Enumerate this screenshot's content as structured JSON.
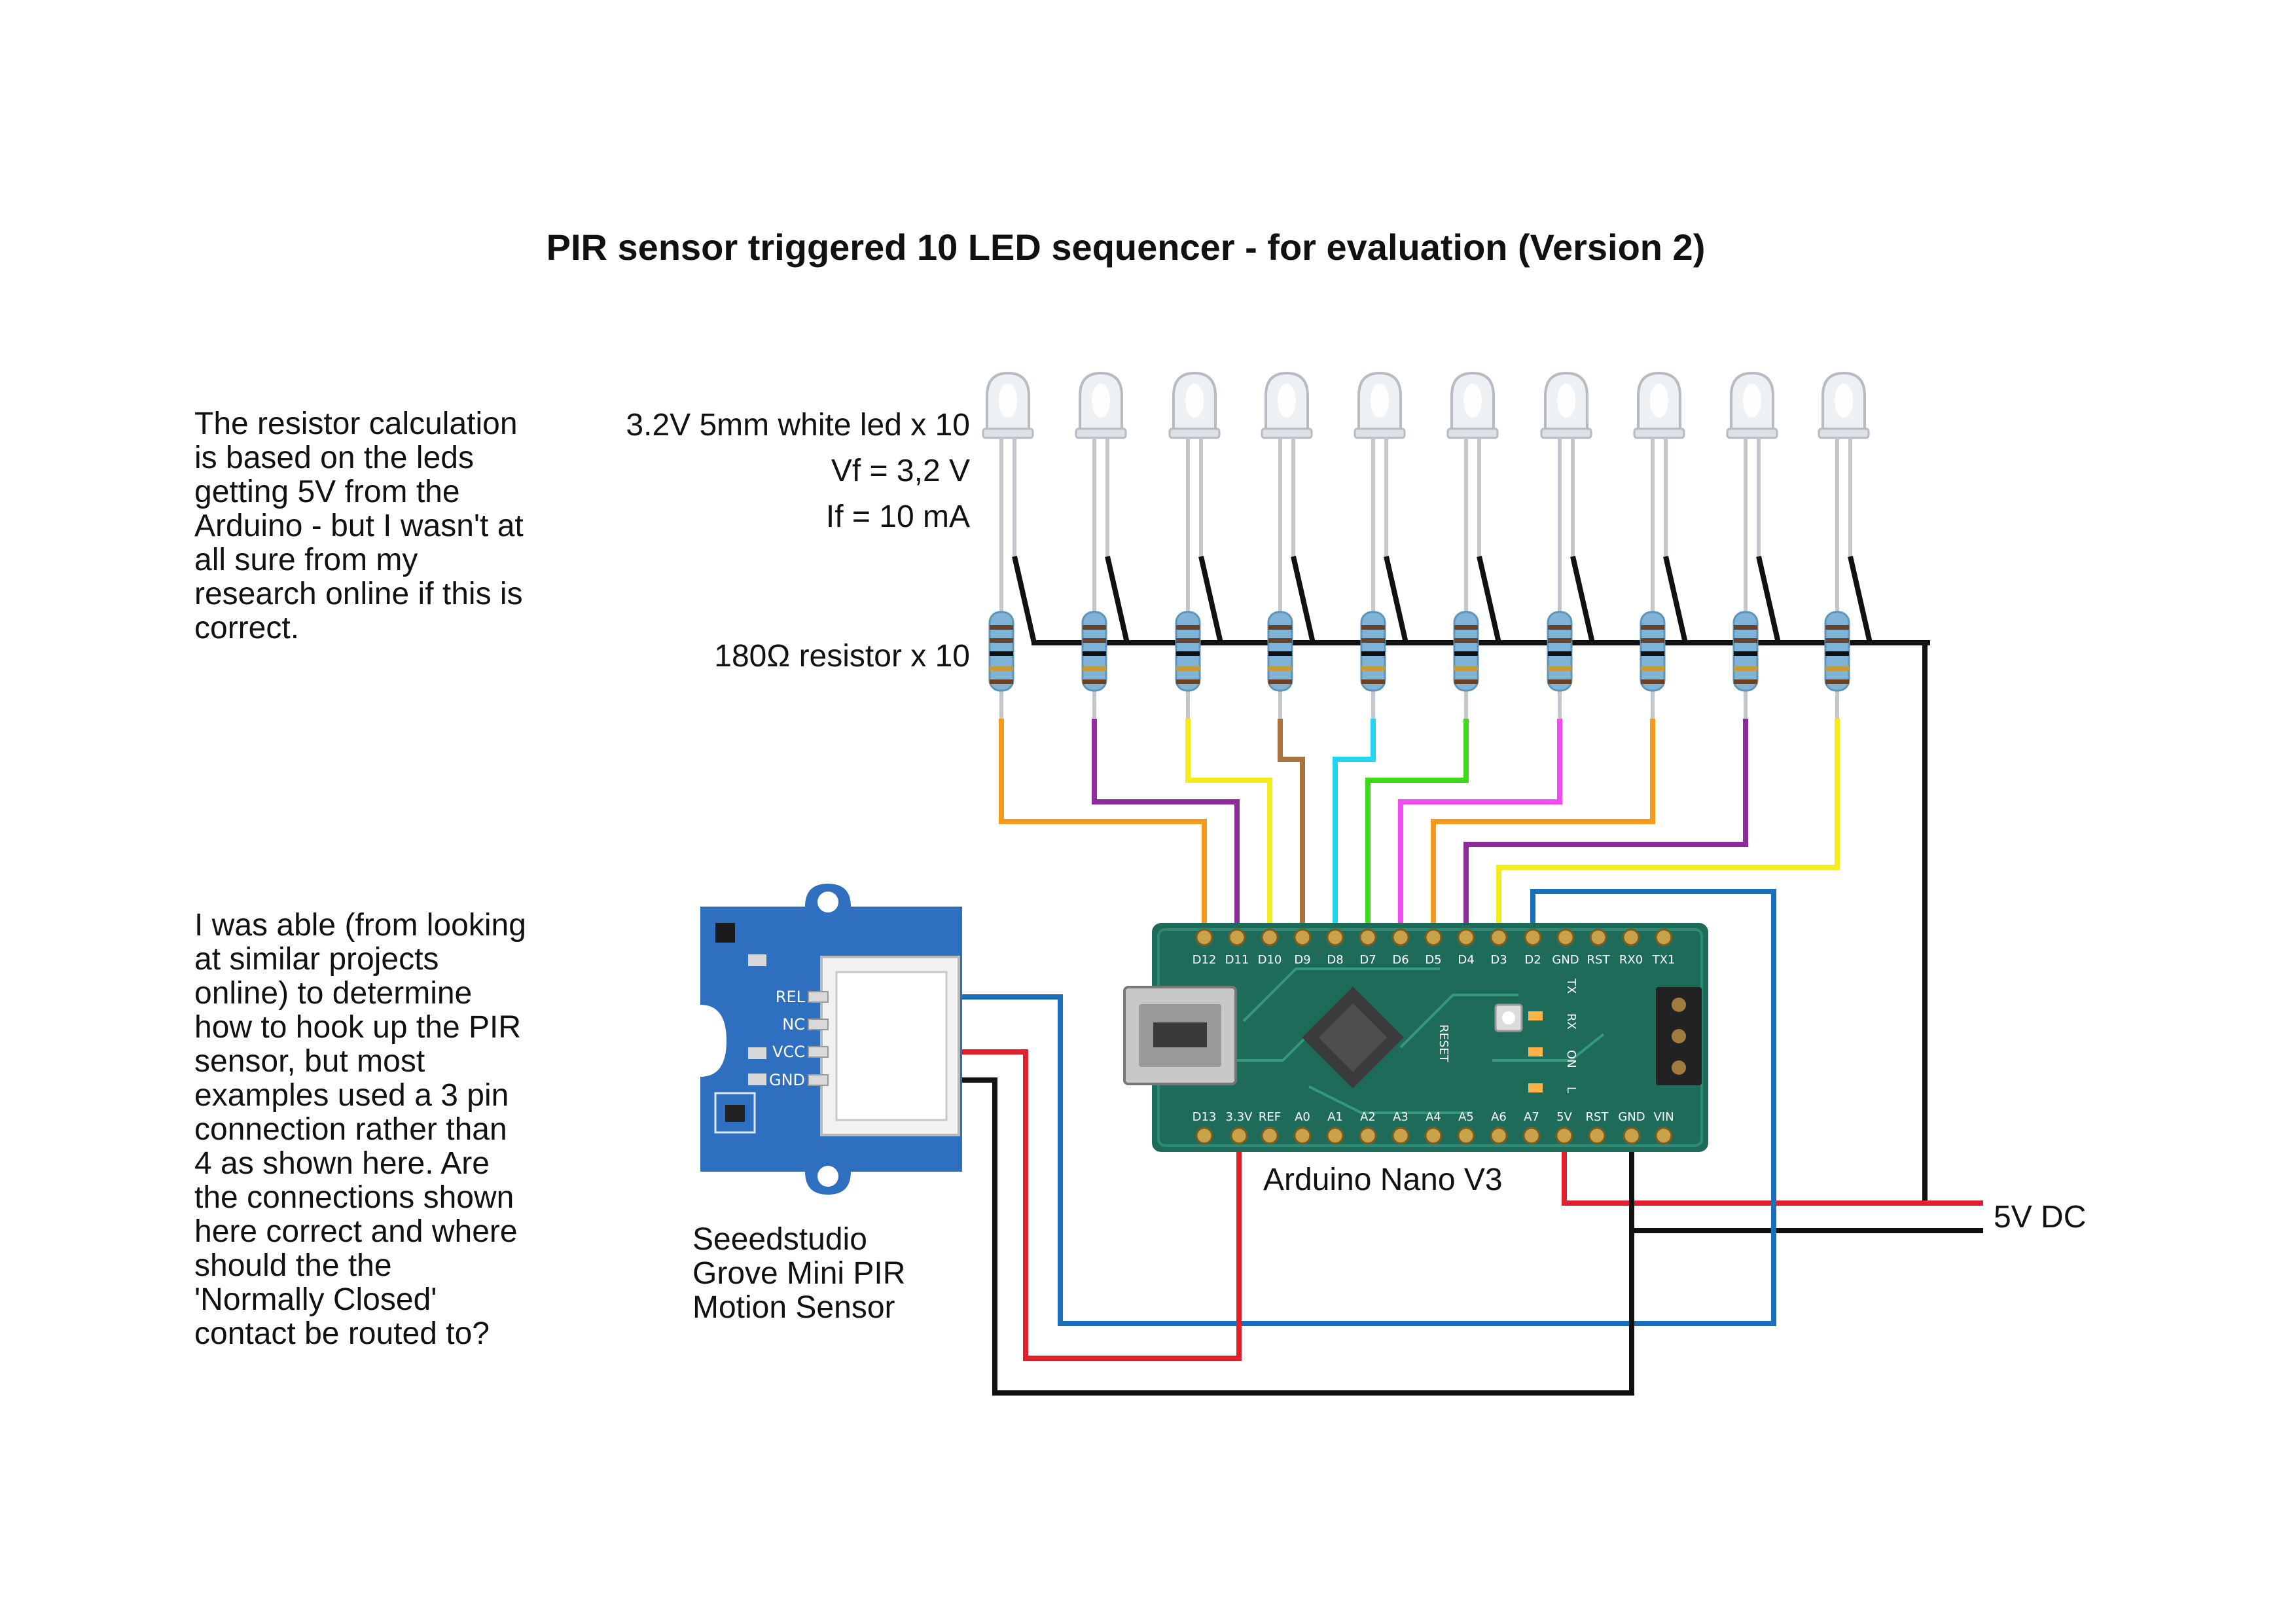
{
  "title": "PIR sensor triggered 10 LED sequencer - for evaluation (Version 2)",
  "notes": {
    "resistor_note": "The resistor calculation\nis based on the leds\ngetting 5V from the\nArduino - but I wasn't at\nall sure from my\nresearch online if this is\ncorrect.",
    "pir_note": "I was able (from looking\nat similar projects\nonline) to determine\nhow to hook up the PIR\nsensor, but most\nexamples used a 3 pin\nconnection rather than\n4 as shown here. Are\nthe connections shown\nhere correct and where\nshould the the\n'Normally Closed'\ncontact be routed to?"
  },
  "led_spec": {
    "line1": "3.2V 5mm white led x 10",
    "line2": "Vf = 3,2 V",
    "line3": "If = 10 mA"
  },
  "resistor_spec": "180Ω resistor x 10",
  "led_wire_colors": [
    "#f39a1e",
    "#8f2c9c",
    "#f4ec1c",
    "#a8743f",
    "#22d6f0",
    "#3fd81a",
    "#f24cf0",
    "#f39a1e",
    "#8f2c9c",
    "#f4ec1c"
  ],
  "arduino": {
    "label": "Arduino Nano V3",
    "top_pins": [
      "D12",
      "D11",
      "D10",
      "D9",
      "D8",
      "D7",
      "D6",
      "D5",
      "D4",
      "D3",
      "D2",
      "GND",
      "RST",
      "RX0",
      "TX1"
    ],
    "bottom_pins": [
      "D13",
      "3.3V",
      "REF",
      "A0",
      "A1",
      "A2",
      "A3",
      "A4",
      "A5",
      "A6",
      "A7",
      "5V",
      "RST",
      "GND",
      "VIN"
    ],
    "board_marks": [
      "RESET",
      "TX",
      "RX",
      "ON",
      "L"
    ],
    "board_color": "#1f6b5a"
  },
  "pir": {
    "label": "Seeedstudio\nGrove Mini PIR\nMotion Sensor",
    "pins": [
      "REL",
      "NC",
      "VCC",
      "GND"
    ],
    "board_color": "#2f6fc0"
  },
  "power": {
    "label": "5V DC"
  },
  "wire_colors": {
    "signal": "#1a6fba",
    "power": "#e2202c",
    "ground": "#111111"
  }
}
